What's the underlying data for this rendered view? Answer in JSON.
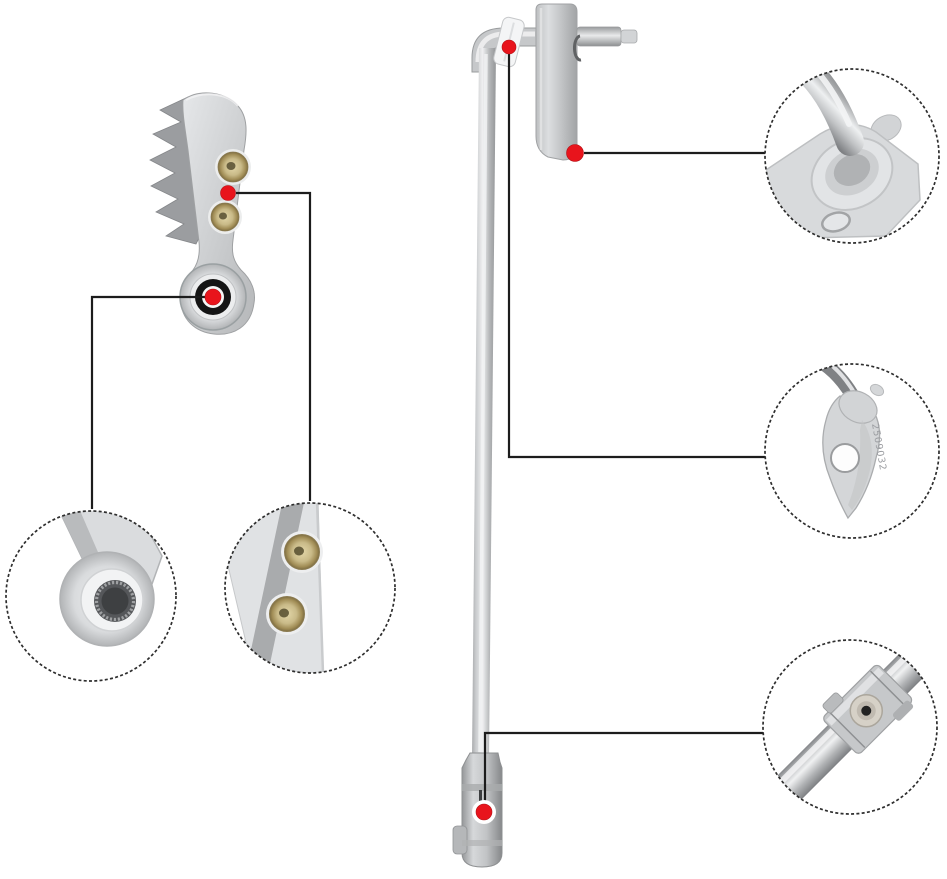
{
  "scene": {
    "description": "Annotated product photograph: serrated gear-shift lever arm with brass screws (top left), long bent shift rod with mounting bracket and lower coupler (center), five red point markers with leader lines to five dashed magnifier callout circles showing close-up details",
    "background_color": "#ffffff"
  },
  "colors": {
    "marker_red": "#e8141c",
    "marker_edge": "#b20f14",
    "leader_line": "#1c1c1c",
    "callout_border": "#2e2e2e",
    "metal_light": "#eff0f1",
    "metal_mid": "#c6c8ca",
    "metal_dark": "#8a8c8e",
    "brass": "#c9ba88",
    "teeth_gray": "#9b9da0",
    "bore_black": "#151515"
  },
  "part_marking": {
    "text": "2509032"
  },
  "annotations": {
    "markers": [
      {
        "id": "marker-lever-screws"
      },
      {
        "id": "marker-lever-pivot"
      },
      {
        "id": "marker-rod-top-clip"
      },
      {
        "id": "marker-rod-bracket"
      },
      {
        "id": "marker-rod-coupler"
      }
    ],
    "callouts": [
      {
        "id": "callout-spline-bore"
      },
      {
        "id": "callout-brass-screws"
      },
      {
        "id": "callout-rod-grommet"
      },
      {
        "id": "callout-lever-plate"
      },
      {
        "id": "callout-coupler-joint"
      }
    ]
  }
}
